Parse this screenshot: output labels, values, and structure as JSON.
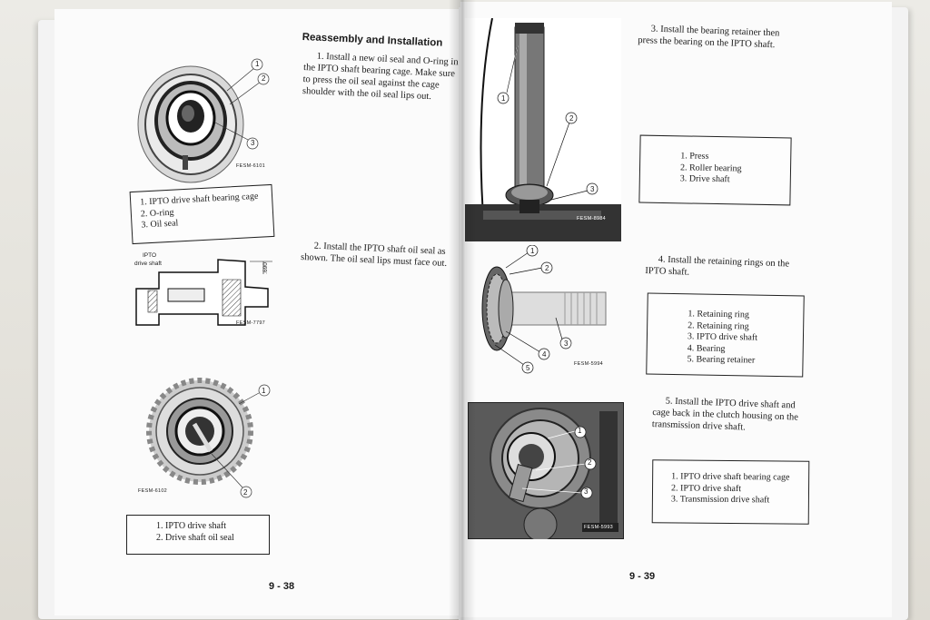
{
  "left_page": {
    "heading": "Reassembly and Installation",
    "step1": [
      "1. Install a new oil seal and O-ring in",
      "the IPTO shaft bearing cage. Make sure",
      "to press the oil seal against the cage",
      "shoulder with the oil seal lips out."
    ],
    "step2": [
      "2. Install the IPTO shaft oil seal as",
      "shown. The oil seal lips must face out."
    ],
    "fig1_caption": "FESM-6101",
    "fig1_callouts": [
      "1",
      "2",
      "3"
    ],
    "legend1": [
      "1. IPTO drive shaft bearing cage",
      "2. O-ring",
      "3. Oil seal"
    ],
    "fig2_label_line1": "IPTO",
    "fig2_label_line2": "drive shaft",
    "fig2_dimension": ".690",
    "fig2_caption": "FESM-7797",
    "fig3_caption": "FESM-6102",
    "fig3_callouts": [
      "1",
      "2"
    ],
    "legend2": [
      "1. IPTO drive shaft",
      "2. Drive shaft oil seal"
    ],
    "page_number": "9 - 38"
  },
  "right_page": {
    "step3": [
      "3. Install the bearing retainer then",
      "press the bearing on the IPTO shaft."
    ],
    "legend3": [
      "1. Press",
      "2. Roller bearing",
      "3. Drive shaft"
    ],
    "fig4_caption": "FESM-8984",
    "fig4_callouts": [
      "1",
      "2",
      "3"
    ],
    "step4": [
      "4. Install the retaining rings on the",
      "IPTO shaft."
    ],
    "legend4": [
      "1. Retaining ring",
      "2. Retaining ring",
      "3. IPTO drive shaft",
      "4. Bearing",
      "5. Bearing retainer"
    ],
    "fig5_caption": "FESM-5994",
    "fig5_callouts": [
      "1",
      "2",
      "3",
      "4",
      "5"
    ],
    "step5": [
      "5. Install the IPTO drive shaft and",
      "cage back in the clutch housing on the",
      "transmission drive shaft."
    ],
    "legend5": [
      "1. IPTO drive shaft bearing cage",
      "2. IPTO drive shaft",
      "3. Transmission drive shaft"
    ],
    "fig6_caption": "FESM-5993",
    "fig6_callouts": [
      "1",
      "2",
      "3"
    ],
    "page_number": "9 - 39"
  }
}
